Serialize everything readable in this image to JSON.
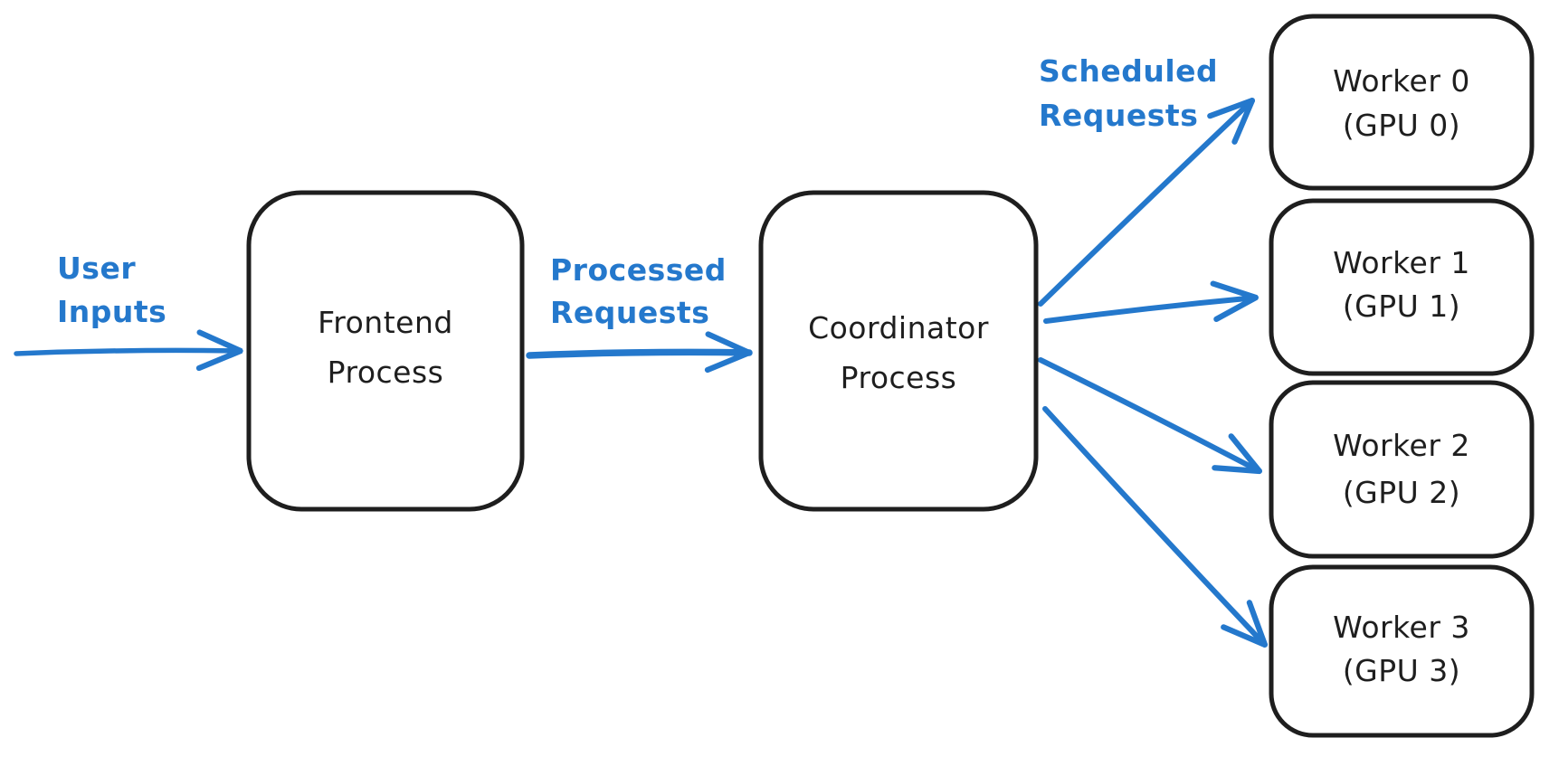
{
  "diagram": {
    "colors": {
      "ink": "#1e1e1e",
      "accent": "#2478cc",
      "background": "#ffffff"
    },
    "nodes": {
      "frontend": {
        "lines": [
          "Frontend",
          "Process"
        ]
      },
      "coordinator": {
        "lines": [
          "Coordinator",
          "Process"
        ]
      },
      "workers": [
        {
          "lines": [
            "Worker 0",
            "(GPU 0)"
          ]
        },
        {
          "lines": [
            "Worker 1",
            "(GPU 1)"
          ]
        },
        {
          "lines": [
            "Worker 2",
            "(GPU 2)"
          ]
        },
        {
          "lines": [
            "Worker 3",
            "(GPU 3)"
          ]
        }
      ]
    },
    "edge_labels": {
      "user_inputs": {
        "lines": [
          "User",
          "Inputs"
        ]
      },
      "processed_requests": {
        "lines": [
          "Processed",
          "Requests"
        ]
      },
      "scheduled_requests": {
        "lines": [
          "Scheduled",
          "Requests"
        ]
      }
    }
  }
}
